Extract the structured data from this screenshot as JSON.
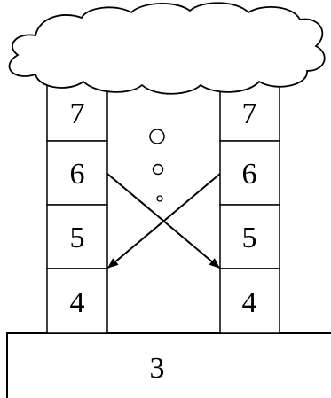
{
  "diagram": {
    "base_label": "3",
    "left_column": [
      "4",
      "5",
      "6",
      "7"
    ],
    "right_column": [
      "4",
      "5",
      "6",
      "7"
    ],
    "thought_bubble": {
      "circles": 3
    },
    "arrows": [
      {
        "from": "left-6",
        "to": "right-4"
      },
      {
        "from": "right-6",
        "to": "left-4"
      }
    ]
  }
}
